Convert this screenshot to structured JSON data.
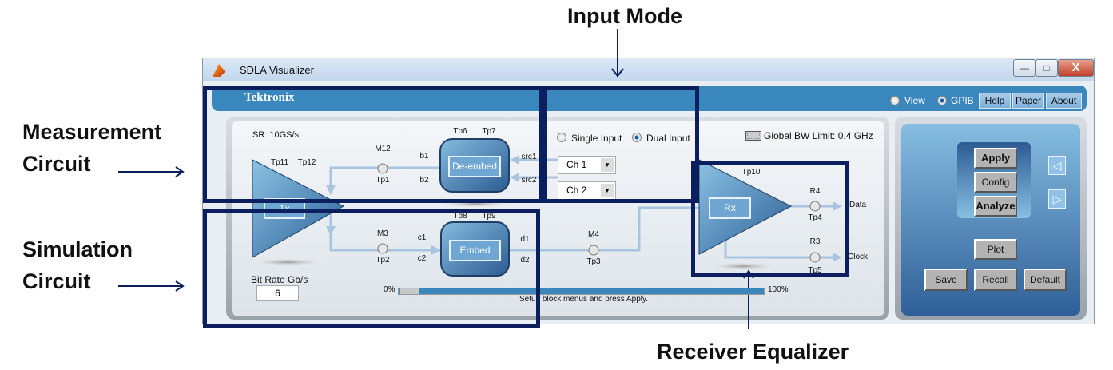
{
  "annotations": {
    "input_mode": "Input Mode",
    "measurement": [
      "Measurement",
      "Circuit"
    ],
    "simulation": [
      "Simulation",
      "Circuit"
    ],
    "receiver": "Receiver Equalizer"
  },
  "window": {
    "title": "SDLA Visualizer",
    "minimize": "—",
    "maximize": "□",
    "close": "X"
  },
  "header": {
    "logo": "Tektronix",
    "radios": [
      {
        "label": "View",
        "selected": false
      },
      {
        "label": "GPIB",
        "selected": true
      }
    ],
    "buttons": [
      "Help",
      "Paper",
      "About"
    ]
  },
  "diagram": {
    "sample_rate": "SR: 10GS/s",
    "tx": {
      "label": "Tx",
      "tp_a": "Tp11",
      "tp_b": "Tp12"
    },
    "rx": {
      "label": "Rx",
      "tp": "Tp10"
    },
    "deembed": {
      "label": "De-embed",
      "tp_a": "Tp6",
      "tp_b": "Tp7",
      "in1": "b1",
      "in2": "b2",
      "src1": "src1",
      "src2": "src2"
    },
    "embed": {
      "label": "Embed",
      "tp_a": "Tp8",
      "tp_b": "Tp9",
      "in1": "c1",
      "in2": "c2",
      "out1": "d1",
      "out2": "d2"
    },
    "m12": {
      "top": "M12",
      "bottom": "Tp1"
    },
    "m3": {
      "top": "M3",
      "bottom": "Tp2"
    },
    "m4": {
      "top": "M4",
      "bottom": "Tp3"
    },
    "r4": {
      "top": "R4",
      "bottom": "Tp4",
      "out": "Data"
    },
    "r3": {
      "top": "R3",
      "bottom": "Tp5",
      "out": "Clock"
    },
    "input_mode": {
      "options": [
        "Single Input",
        "Dual Input"
      ],
      "selected": "Dual Input",
      "ch1": "Ch 1",
      "ch2": "Ch 2"
    },
    "global_bw": "Global BW Limit: 0.4 GHz",
    "bit_rate": {
      "label": "Bit Rate Gb/s",
      "value": "6"
    },
    "progress": {
      "min_label": "0%",
      "max_label": "100%",
      "value_percent": 5,
      "status": "Setup block menus and press Apply."
    }
  },
  "controls": {
    "apply": "Apply",
    "config": "Config",
    "analyze": "Analyze",
    "prev": "◁",
    "next": "▷",
    "plot": "Plot",
    "save": "Save",
    "recall": "Recall",
    "default": "Default"
  },
  "colors": {
    "header": "#3a87bd",
    "annotation": "#0b1f5e",
    "wire": "#a8c4de"
  }
}
